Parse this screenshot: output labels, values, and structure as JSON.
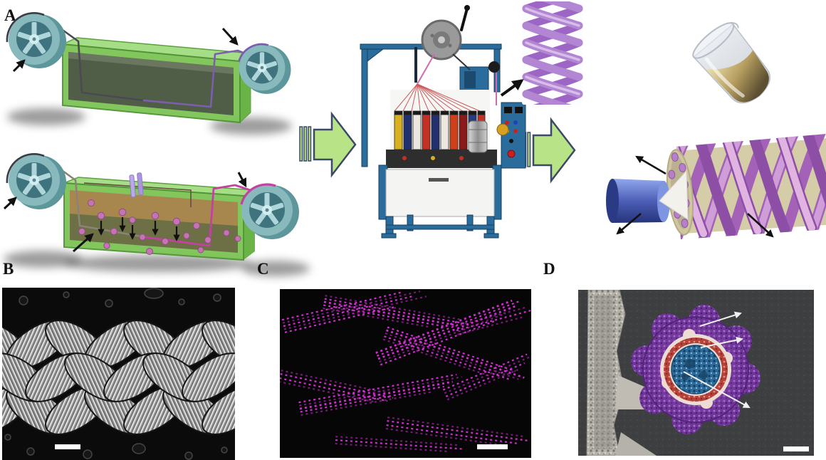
{
  "figure": {
    "panels": [
      {
        "label": "A"
      },
      {
        "label": "B"
      },
      {
        "label": "C"
      },
      {
        "label": "D"
      }
    ]
  },
  "colors": {
    "background": "#ffffff",
    "panel_label": "#111111",
    "spool_teal": "#87b9bd",
    "tank_green": "#7cc455",
    "bath1_liquid": "#515e47",
    "bath2_liquid": "#a8874f",
    "particle_pink": "#c673b4",
    "electrode_lavender": "#b9a9e6",
    "fiber_dark": "#4a4a52",
    "fiber_purple": "#7b5fae",
    "fiber_magenta": "#c2429f",
    "process_arrow_fill": "#b9e387",
    "process_arrow_outline": "#3b4a66",
    "machine_blue": "#2a6c9c",
    "braid_lilac": "#b286d2",
    "beaker_gold": "#b49c5e",
    "tube_khaki": "#d3cba4",
    "core_blue": "#4d5fb8",
    "sem_background": "#0b0b0b",
    "fluorescence_magenta": "#cc2ecc",
    "cross_section_purple": "#7b3fa6",
    "cross_section_red": "#b4423a",
    "cross_section_blue": "#2e6b9b",
    "scale_bar": "#ffffff",
    "annotation_arrow_black": "#111111",
    "annotation_arrow_white": "#f0f0f0"
  },
  "icons": {
    "process_arrow": "fast-forward-right-arrow",
    "annotation_arrow": "pointer-arrow",
    "scale_bar": "scale-bar"
  }
}
